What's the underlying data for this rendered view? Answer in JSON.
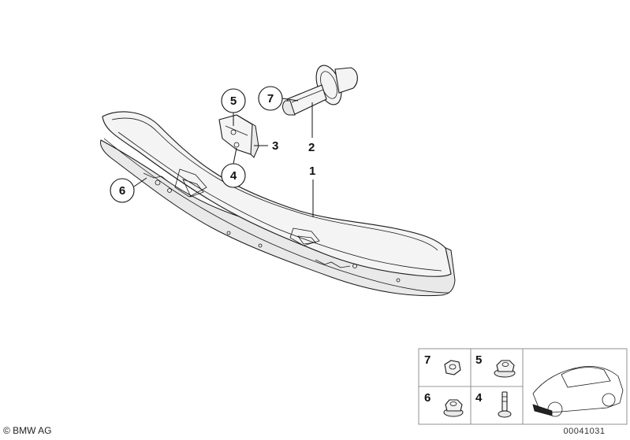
{
  "callouts": [
    {
      "id": "c5",
      "label": "5"
    },
    {
      "id": "c7",
      "label": "7"
    },
    {
      "id": "c4",
      "label": "4"
    },
    {
      "id": "c6",
      "label": "6"
    }
  ],
  "labels": {
    "part1": "1",
    "part2": "2",
    "part3": "3"
  },
  "legend_grid": {
    "cell_7": "7",
    "cell_5": "5",
    "cell_6": "6",
    "cell_4": "4"
  },
  "footer": {
    "copyright": "© BMW AG",
    "diagram_code": "00041031"
  }
}
